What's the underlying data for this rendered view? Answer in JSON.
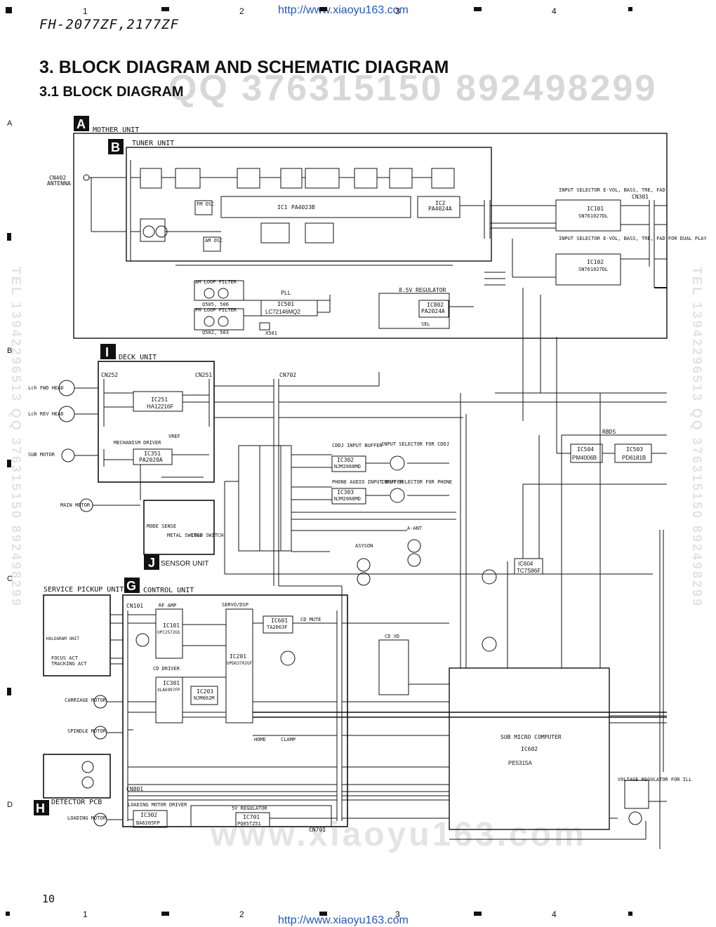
{
  "header": {
    "model": "FH-2077ZF,2177ZF",
    "url_top": "http://www.xiaoyu163.com",
    "url_bottom": "http://www.xiaoyu163.com",
    "section_title": "3. BLOCK DIAGRAM AND SCHEMATIC DIAGRAM",
    "subsection_title": "3.1 BLOCK DIAGRAM",
    "watermark_top": "QQ 376315150   892498299",
    "watermark_foot": "www.xiaoyu163.com",
    "watermark_side_left": "TEL 13942296513  QQ 376315150  892498299",
    "watermark_side_right": "TEL 13942296513  QQ 376315150  892498299"
  },
  "ruler": {
    "columns": [
      "1",
      "2",
      "3",
      "4"
    ],
    "rows": [
      "A",
      "B",
      "C",
      "D"
    ]
  },
  "page_number": "10",
  "diagram": {
    "units": [
      {
        "letter": "A",
        "name": "MOTHER UNIT"
      },
      {
        "letter": "B",
        "name": "TUNER UNIT"
      },
      {
        "letter": "I",
        "name": "DECK UNIT"
      },
      {
        "letter": "J",
        "name": "SENSOR UNIT"
      },
      {
        "letter": "G",
        "name": "CONTROL UNIT"
      },
      {
        "letter": "H",
        "name": "DETECTOR PCB"
      },
      {
        "letter": "",
        "name": "SERVICE PICKUP UNIT"
      }
    ],
    "ics": [
      {
        "ref": "IC1",
        "part": "PA4023B"
      },
      {
        "ref": "IC2",
        "part": "PA4024A"
      },
      {
        "ref": "IC501",
        "part": "LC72146MQ2"
      },
      {
        "ref": "IC802",
        "part": "PA2024A"
      },
      {
        "ref": "IC101",
        "part": "SN761027DL"
      },
      {
        "ref": "IC102",
        "part": "SN761027DL"
      },
      {
        "ref": "IC251",
        "part": "HA12216F"
      },
      {
        "ref": "IC351",
        "part": "PA2020A"
      },
      {
        "ref": "IC302",
        "part": "NJM2068MD"
      },
      {
        "ref": "IC303",
        "part": "NJM2068MD"
      },
      {
        "ref": "IC504",
        "part": "PM4006B"
      },
      {
        "ref": "IC503",
        "part": "PD6181B"
      },
      {
        "ref": "IC604",
        "part": "TC7S86F"
      },
      {
        "ref": "IC101",
        "part": "UPC2572GS"
      },
      {
        "ref": "IC201",
        "part": "UPD63702GF"
      },
      {
        "ref": "IC601",
        "part": "TA2063F"
      },
      {
        "ref": "IC301",
        "part": "XLA6997FP"
      },
      {
        "ref": "IC203",
        "part": "NJM062M"
      },
      {
        "ref": "IC302",
        "part": "BA6205FP"
      },
      {
        "ref": "IC701",
        "part": "PQ05TZ51"
      },
      {
        "ref": "IC602",
        "part": "PE5315A"
      }
    ],
    "labels": {
      "cn402": "CN402",
      "antenna": "ANTENNA",
      "cn301": "CN301",
      "fm_osc": "FM OSC",
      "am_osc": "AM OSC",
      "pll": "PLL",
      "am_loop": "AM LOOP FILTER",
      "fm_loop": "FM LOOP FILTER",
      "q505": "Q505, 506",
      "q502": "Q502, 503",
      "x501": "X501",
      "reg85": "8.5V REGULATOR",
      "sel": "SEL",
      "input_sel_1": "INPUT SELECTOR E-VOL, BASS, TRE, FAD",
      "input_sel_2": "INPUT SELECTOR E-VOL, BASS, TRE, FAD FOR DUAL PLAY",
      "rbds": "RBDS",
      "cn252": "CN252",
      "cn251": "CN251",
      "cn702": "CN702",
      "mech_driver": "MECHANISM DRIVER",
      "vref": "VREF",
      "lch_fwd": "Lch FWD HEAD",
      "lch_rev": "Lch REV HEAD",
      "sub_motor": "SUB MOTOR",
      "main_motor": "MAIN MOTOR",
      "mode_sense": "MODE SENSE",
      "metal_switch": "METAL SWITCH",
      "load_switch": "LOAD SWITCH",
      "cddj_buf": "CDDJ INPUT BUFFER",
      "phone_buf": "PHONE AUDIO INPUT BUFFER",
      "sel_cddj": "INPUT SELECTOR FOR CDDJ",
      "sel_phone": "INPUT SELECTOR FOR PHONE",
      "cn101": "CN101",
      "cn801": "CN801",
      "cn701": "CN701",
      "rf_amp": "RF AMP",
      "servo_dsp": "SERVO/DSP",
      "cd_driver": "CD DRIVER",
      "cd_mute": "CD MUTE",
      "cd_vd": "CD VD",
      "sub_micro": "SUB MICRO COMPUTER",
      "reg5v": "5V REGULATOR",
      "loading_driver": "LOADING MOTOR DRIVER",
      "hologram": "HOLOGRAM UNIT",
      "focus_act": "FOCUS ACT",
      "tracking_act": "TRACKING ACT",
      "carriage_motor": "CARRIAGE MOTOR",
      "spindle_motor": "SPINDLE MOTOR",
      "loading_motor": "LOADING MOTOR",
      "home": "HOME",
      "clamp": "CLAMP",
      "a_ant": "A-ANT",
      "asyson": "ASYSON",
      "voltage_reg": "VOLTAGE REGULATOR FOR ILL"
    }
  }
}
